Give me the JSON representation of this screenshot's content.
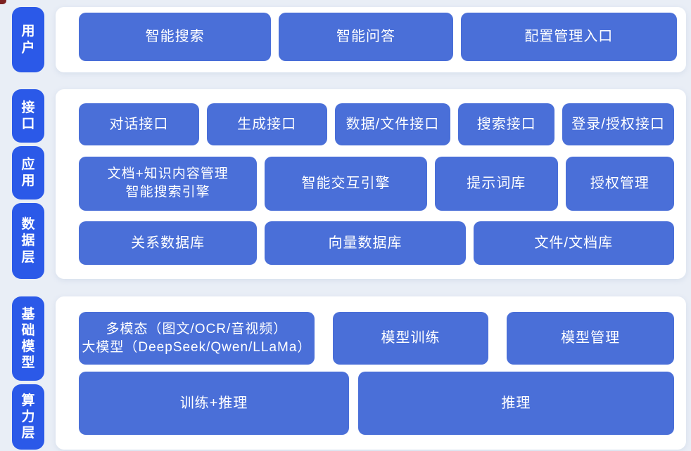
{
  "colors": {
    "background": "#e9eef6",
    "panel": "#ffffff",
    "layer_pill_blue": "#2b59e8",
    "block_blue": "#4a6fd8",
    "text_on_blue": "#ffffff",
    "corner_artifact": "#7d2121"
  },
  "layer_labels": {
    "user": "用户",
    "interface": "接口",
    "application": "应用",
    "data": "数据层",
    "foundation_model": "基础模型",
    "compute": "算力层"
  },
  "user_row": {
    "smart_search": "智能搜索",
    "smart_qa": "智能问答",
    "config_entry": "配置管理入口"
  },
  "interface_row": {
    "chat_api": "对话接口",
    "generate_api": "生成接口",
    "data_file_api": "数据/文件接口",
    "search_api": "搜索接口",
    "login_auth_api": "登录/授权接口"
  },
  "application_row": {
    "doc_knowledge_engine": "文档+知识内容管理\n智能搜索引擎",
    "interaction_engine": "智能交互引擎",
    "prompt_library": "提示词库",
    "auth_management": "授权管理"
  },
  "data_row": {
    "relational_db": "关系数据库",
    "vector_db": "向量数据库",
    "file_doc_store": "文件/文档库"
  },
  "model_row": {
    "multimodal_llm": "多模态（图文/OCR/音视频）\n大模型（DeepSeek/Qwen/LLaMa）",
    "model_training": "模型训练",
    "model_management": "模型管理"
  },
  "compute_row": {
    "train_inference": "训练+推理",
    "inference": "推理"
  }
}
